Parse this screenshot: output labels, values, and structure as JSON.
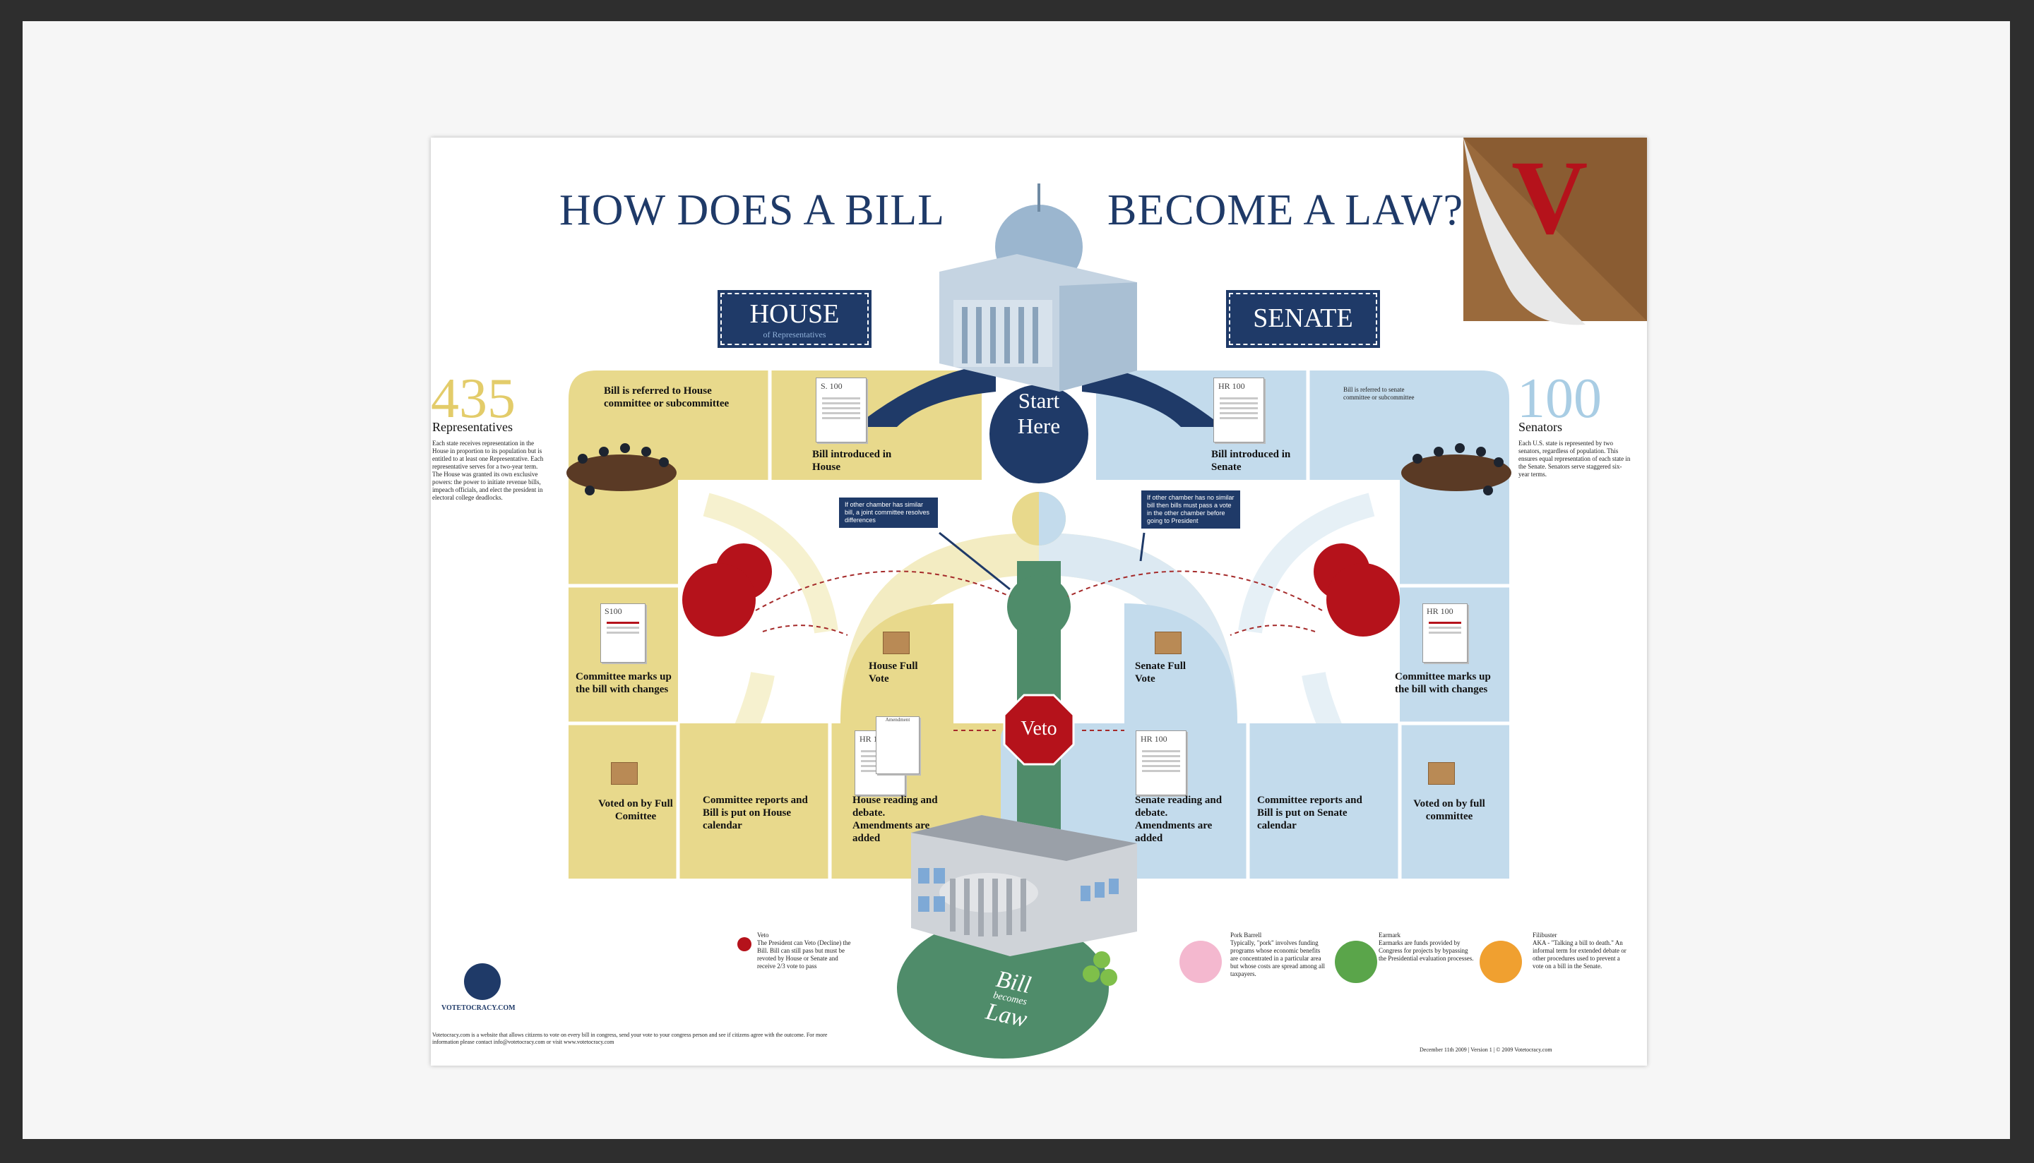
{
  "poster": {
    "title_left": "HOW DOES A BILL",
    "title_right": "BECOME A LAW?",
    "logo_letter": "V",
    "house_plaque": {
      "title": "HOUSE",
      "subtitle": "of Representatives"
    },
    "senate_plaque": {
      "title": "SENATE"
    },
    "start_here": "Start Here",
    "house_count": "435",
    "house_count_label": "Representatives",
    "house_description": "Each state receives representation in the House in proportion to its population but is entitled to at least one Representative. Each representative serves for a two-year term. The House was granted its own exclusive powers: the power to initiate revenue bills, impeach officials, and elect the president in electoral college deadlocks.",
    "senate_count": "100",
    "senate_count_label": "Senators",
    "senate_description": "Each U.S. state is represented by two senators, regardless of population. This ensures equal representation of each state in the Senate. Senators serve staggered six-year terms.",
    "house_steps": {
      "referred": "Bill is referred to House committee or subcommittee",
      "introduced": "Bill introduced in House",
      "markup": "Committee marks up the bill with changes",
      "voted": "Voted on by Full Comittee",
      "reports": "Committee reports and Bill is put on House calendar",
      "reading": "House reading and debate. Amendments are added",
      "full_vote": "House Full Vote"
    },
    "senate_steps": {
      "referred": "Bill is referred to senate committee or subcommittee",
      "introduced": "Bill introduced in Senate",
      "markup": "Committee marks up the bill with changes",
      "voted": "Voted on by full committee",
      "reports": "Committee reports and Bill is put on Senate calendar",
      "reading": "Senate reading and debate. Amendments are added",
      "full_vote": "Senate Full Vote"
    },
    "doc_labels": {
      "house_intro": "S. 100",
      "senate_intro": "HR 100",
      "house_markup": "S100",
      "senate_markup": "HR 100",
      "house_reading": "HR 100",
      "senate_reading": "HR 100",
      "amendment": "Amendment"
    },
    "callout_left": "If other chamber has similar bill, a joint committee resolves differences",
    "callout_right": "If other chamber has no similar bill then bills must pass a vote in the other chamber before going to President",
    "veto": "Veto",
    "bill_becomes_law": {
      "line1": "Bill",
      "line2": "becomes",
      "line3": "Law"
    },
    "legend": {
      "veto": {
        "title": "Veto",
        "text": "The President can Veto (Decline) the Bill. Bill can still pass but must be revoted by House or Senate and receive 2/3 vote to pass"
      },
      "pork": {
        "title": "Pork Barrell",
        "text": "Typically, \"pork\" involves funding programs whose economic benefits are concentrated in a particular area but whose costs are spread among all taxpayers."
      },
      "earmark": {
        "title": "Earmark",
        "text": "Earmarks are funds provided by Congress for projects by bypassing the Presidential evaluation processes."
      },
      "filibuster": {
        "title": "Filibuster",
        "text": "AKA - \"Talking a bill to death.\" An informal term for extended debate or other procedures used to prevent a vote on a bill in the Senate."
      }
    },
    "footer_logo": "VOTETOCRACY.COM",
    "footer_text": "Votetocracy.com is a website that allows citizens to vote on every bill in congress, send your vote to your congress person and see if citizens agree with the outcome. For more information please contact info@votetocracy.com or visit www.votetocracy.com",
    "footer_right": "December 11th 2009   |   Version 1   |   © 2009 Votetocracy.com",
    "colors": {
      "house": "#e8d98c",
      "senate": "#c3dbec",
      "navy": "#1f3a68",
      "red": "#b5121b",
      "green": "#4f8c6a"
    }
  }
}
